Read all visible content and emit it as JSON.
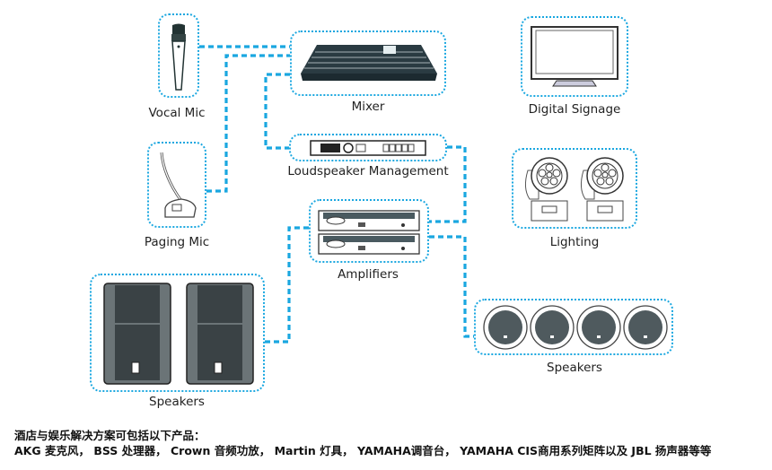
{
  "diagram": {
    "nodes": {
      "vocal_mic": {
        "label": "Vocal Mic"
      },
      "mixer": {
        "label": "Mixer"
      },
      "paging_mic": {
        "label": "Paging Mic"
      },
      "loudspeaker_mgmt": {
        "label": "Loudspeaker Management"
      },
      "amplifiers": {
        "label": "Amplifiers"
      },
      "speakers_left": {
        "label": "Speakers"
      },
      "speakers_right": {
        "label": "Speakers"
      },
      "digital_signage": {
        "label": "Digital Signage"
      },
      "lighting": {
        "label": "Lighting"
      }
    },
    "connections": [
      {
        "from": "vocal_mic",
        "to": "mixer"
      },
      {
        "from": "paging_mic",
        "to": "mixer"
      },
      {
        "from": "mixer",
        "to": "loudspeaker_mgmt"
      },
      {
        "from": "loudspeaker_mgmt",
        "to": "amplifiers"
      },
      {
        "from": "amplifiers",
        "to": "speakers_left"
      },
      {
        "from": "amplifiers",
        "to": "speakers_right"
      }
    ],
    "accent_color": "#1aa7e0"
  },
  "footer": {
    "line1": "酒店与娱乐解决方案可包括以下产品：",
    "line2": "AKG 麦克风， BSS 处理器， Crown 音频功放， Martin 灯具， YAMAHA调音台， YAMAHA CIS商用系列矩阵以及 JBL 扬声器等等"
  }
}
